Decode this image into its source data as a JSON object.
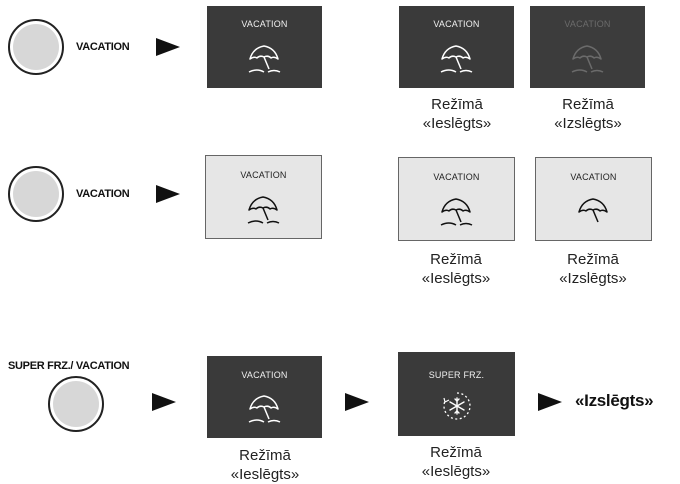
{
  "rows": [
    {
      "button_label": "VACATION",
      "press_panel_title": "VACATION",
      "result_panels": [
        {
          "title": "VACATION",
          "caption_line1": "Režīmā",
          "caption_line2": "«Ieslēgts»"
        },
        {
          "title": "VACATION",
          "caption_line1": "Režīmā",
          "caption_line2": "«Izslēgts»"
        }
      ]
    },
    {
      "button_label": "VACATION",
      "press_panel_title": "VACATION",
      "result_panels": [
        {
          "title": "VACATION",
          "caption_line1": "Režīmā",
          "caption_line2": "«Ieslēgts»"
        },
        {
          "title": "VACATION",
          "caption_line1": "Režīmā",
          "caption_line2": "«Izslēgts»"
        }
      ]
    },
    {
      "button_label": "SUPER FRZ./ VACATION",
      "panels": [
        {
          "title": "VACATION",
          "caption_line1": "Režīmā",
          "caption_line2": "«Ieslēgts»",
          "icon": "umbrella-icon"
        },
        {
          "title": "SUPER FRZ.",
          "caption_line1": "Režīmā",
          "caption_line2": "«Ieslēgts»",
          "icon": "snowflake-icon"
        }
      ],
      "final_label": "«Izslēgts»"
    }
  ],
  "colors": {
    "dark_panel": "#3a3a3a",
    "light_panel": "#e6e6e6",
    "icon_on_dark": "#ffffff",
    "icon_off_dark": "#6b6b6b",
    "icon_on_light": "#111111"
  }
}
